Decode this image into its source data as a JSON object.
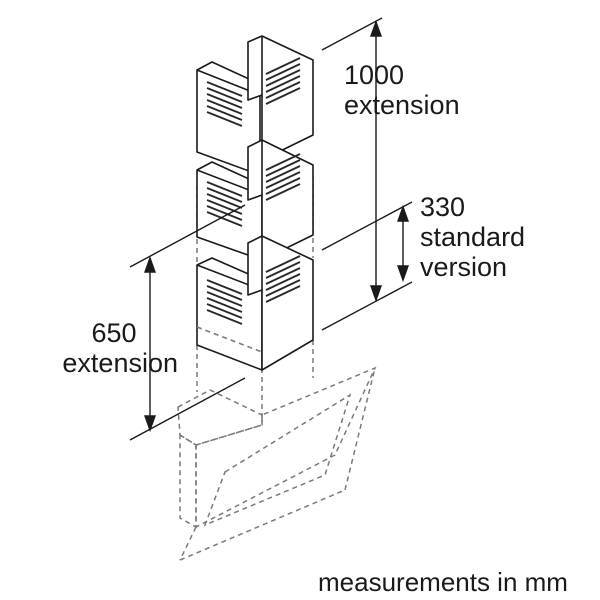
{
  "labels": {
    "ext_1000": {
      "value": "1000",
      "caption": "extension"
    },
    "std_330": {
      "value": "330",
      "line1": "standard",
      "line2": "version"
    },
    "ext_650": {
      "value": "650",
      "caption": "extension"
    },
    "footer": "measurements in mm"
  },
  "colors": {
    "stroke": "#1a1a1a",
    "dashed": "#7a7a7a",
    "grille": "#2a2a2a",
    "background": "#ffffff"
  }
}
